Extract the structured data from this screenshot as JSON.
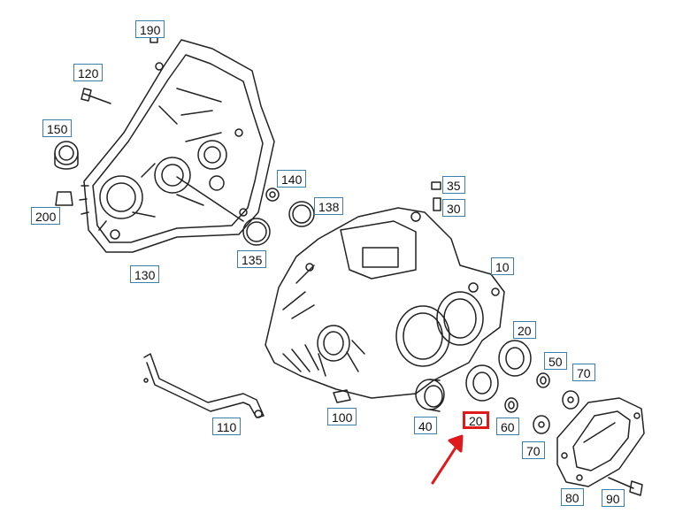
{
  "diagram": {
    "part_labels": [
      {
        "id": "190",
        "text": "190"
      },
      {
        "id": "120",
        "text": "120"
      },
      {
        "id": "150",
        "text": "150"
      },
      {
        "id": "200",
        "text": "200"
      },
      {
        "id": "130",
        "text": "130"
      },
      {
        "id": "140",
        "text": "140"
      },
      {
        "id": "138",
        "text": "138"
      },
      {
        "id": "135",
        "text": "135"
      },
      {
        "id": "35",
        "text": "35"
      },
      {
        "id": "30",
        "text": "30"
      },
      {
        "id": "10",
        "text": "10"
      },
      {
        "id": "20a",
        "text": "20"
      },
      {
        "id": "50",
        "text": "50"
      },
      {
        "id": "70a",
        "text": "70"
      },
      {
        "id": "100",
        "text": "100"
      },
      {
        "id": "110",
        "text": "110"
      },
      {
        "id": "40",
        "text": "40"
      },
      {
        "id": "20b",
        "text": "20"
      },
      {
        "id": "60",
        "text": "60"
      },
      {
        "id": "70b",
        "text": "70"
      },
      {
        "id": "80",
        "text": "80"
      },
      {
        "id": "90",
        "text": "90"
      }
    ],
    "highlighted_part": "20b",
    "colors": {
      "label_border": "#3c7fa8",
      "highlight": "#e0191a",
      "line_art": "#222222"
    }
  }
}
